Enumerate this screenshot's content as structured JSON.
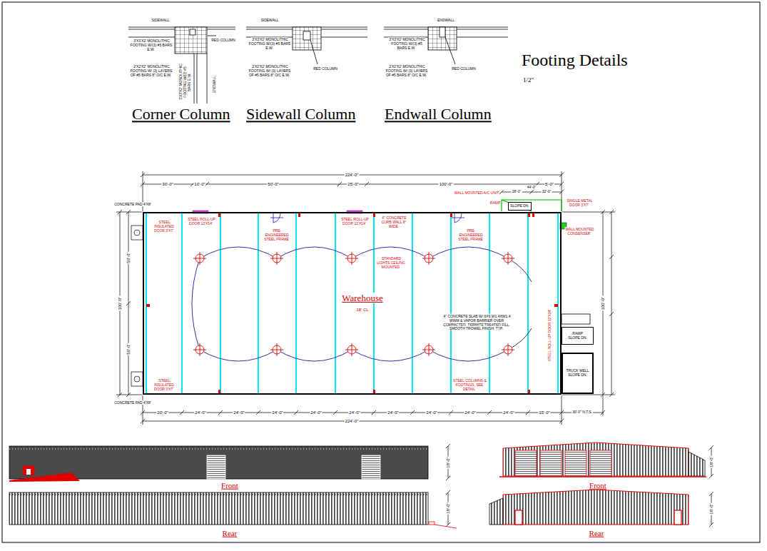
{
  "diagram": {
    "nodes": [
      {
        "text": [
          "Warehouse",
          "18' CL"
        ]
      },
      {
        "text": [
          "SLOPE DN."
        ]
      },
      {
        "text": [
          "RAMP",
          "SLOPE DN."
        ]
      },
      {
        "text": [
          "TRUCK WELL",
          "SLOPE DN."
        ]
      }
    ],
    "labels": [
      "Footing Details",
      "1/2\"",
      "Corner Column",
      "Sidewall Column",
      "Endwall Column",
      "SIDEWALL",
      "SIDEWALL",
      "ENDWALL",
      "ENDWALL",
      "RED COLUMN",
      "RED COLUMN",
      "RED COLUMN",
      "3'X3'X2' MONOLITHIC FOOTING W/(3) #5 BARS E.W.",
      "3'X3'X2' MONOLITHIC FOOTING W/(3) #5 BARS E.W.",
      "3'X3'X2' MONOLITHIC FOOTING W/(3) #5 BARS E.W.",
      "2'X2'X2' MONOLITHIC FOOTING W/ (3) LAYERS OF #5 BARS 8\" O/C E.W.",
      "2'X2'X2' MONOLITHIC FOOTING W/ (3) LAYERS OF #5 BARS 8\" O/C E.W.",
      "2'X2'X2' MONOLITHIC FOOTING W/ (3) LAYERS OF #5 BARS 8\" O/C E.W.",
      "3'X3'X2' MONOLITHIC FOOTING W/(3) #5 BARS E.W.",
      "224'-0\"",
      "30'-0\"",
      "10'-0\"",
      "50'-0\"",
      "25'-0\"",
      "100'-0\"",
      "5'-0\"",
      "44'-0\"",
      "28'-0\"",
      "32'-0\"",
      "20'-0\"",
      "24'-0\"",
      "24'-0\"",
      "24'-0\"",
      "24'-0\"",
      "24'-0\"",
      "24'-0\"",
      "24'-0\"",
      "24'-0\"",
      "24'-0\"",
      "15'-0\"",
      "30'-0\" N.T.S.",
      "224'-0\"",
      "100'-0\"",
      "50'-0\"",
      "50'-0\"",
      "CONCRETE PAD 4'X8'",
      "CONCRETE PAD 4'X8'",
      "100'-0\"",
      "STEEL INSULATED DOOR 3'X7'",
      "STEEL INSULATED DOOR 3'X7'",
      "STEEL ROLL-UP DOOR 12'X14'",
      "STEEL ROLL-UP DOOR 12'X14'",
      "PRE-ENGINEERED STEEL FRAME",
      "PRE-ENGINEERED STEEL FRAME",
      "6\" CONCRETE CURB WALL 8\" WIDE",
      "STANDARD LIGHTS CEILING MOUNTED",
      "STEEL COLUMNS & FOOTINGS, SEE DETAIL",
      "4\" CONCRETE SLAB W/ 6X6 W1.4XW1.4 WWM & VAPOR BARRIER OVER COMPACTED, TERMITE TREATED FILL. SMOOTH TROWEL FINISH, TYP.",
      "WALL MOUNTED A/C UNIT",
      "RAMP",
      "SINGLE METAL DOOR 3'X7'",
      "WALL MOUNTED CONDENSER",
      "STEEL ROLL-UP DOOR 12'X14'",
      "18'-0\"",
      "18'-0\"",
      "18'-0\"",
      "18'-0\"",
      "Front",
      "Rear",
      "Front",
      "Rear"
    ]
  }
}
